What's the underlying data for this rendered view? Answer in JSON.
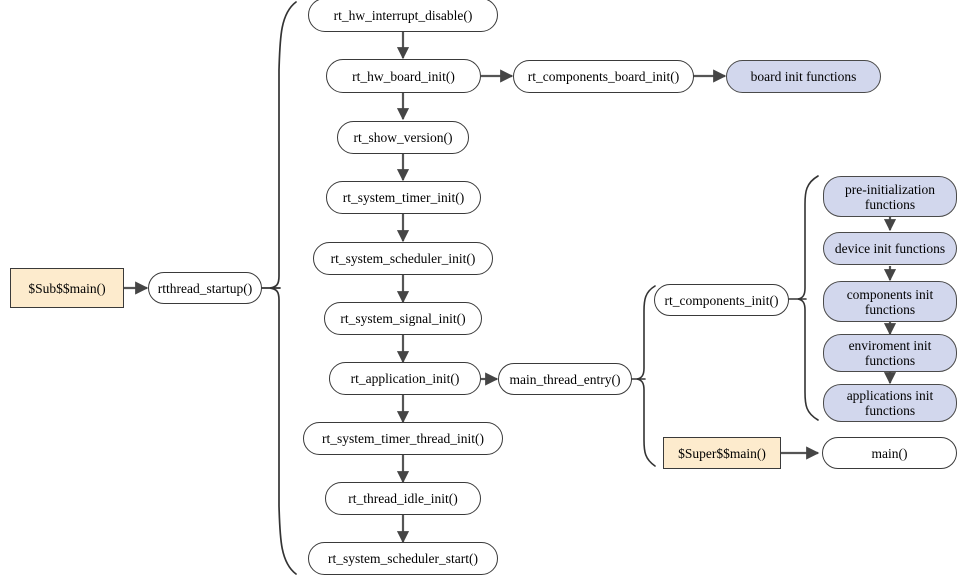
{
  "diagram": {
    "title": "RT-Thread startup sequence flowchart",
    "colors": {
      "node_fill_default": "#ffffff",
      "node_fill_blue": "#d2d7ed",
      "node_fill_yellow": "#fdebcd",
      "node_stroke": "#3a3a3a",
      "edge_stroke": "#555555",
      "brace_stroke": "#333333",
      "text": "#000000",
      "background": "#ffffff"
    },
    "nodes": {
      "sub_main": "$Sub$$main()",
      "rtthread_startup": "rtthread_startup()",
      "rt_hw_interrupt_disable": "rt_hw_interrupt_disable()",
      "rt_hw_board_init": "rt_hw_board_init()",
      "rt_show_version": "rt_show_version()",
      "rt_system_timer_init": "rt_system_timer_init()",
      "rt_system_scheduler_init": "rt_system_scheduler_init()",
      "rt_system_signal_init": "rt_system_signal_init()",
      "rt_application_init": "rt_application_init()",
      "rt_system_timer_thread_init": "rt_system_timer_thread_init()",
      "rt_thread_idle_init": "rt_thread_idle_init()",
      "rt_system_scheduler_start": "rt_system_scheduler_start()",
      "rt_components_board_init": "rt_components_board_init()",
      "board_init_functions": "board init functions",
      "main_thread_entry": "main_thread_entry()",
      "rt_components_init": "rt_components_init()",
      "pre_initialization_functions": "pre-initialization functions",
      "device_init_functions": "device init functions",
      "components_init_functions": "components init functions",
      "enviroment_init_functions": "enviroment init functions",
      "applications_init_functions": "applications init functions",
      "super_main": "$Super$$main()",
      "main": "main()"
    },
    "chart_data": {
      "type": "diagram",
      "flow": [
        {
          "from": "$Sub$$main()",
          "to": "rtthread_startup()"
        },
        {
          "from": "rtthread_startup()",
          "to": "rt_hw_interrupt_disable()",
          "style": "brace"
        },
        {
          "from": "rt_hw_interrupt_disable()",
          "to": "rt_hw_board_init()"
        },
        {
          "from": "rt_hw_board_init()",
          "to": "rt_show_version()"
        },
        {
          "from": "rt_hw_board_init()",
          "to": "rt_components_board_init()"
        },
        {
          "from": "rt_components_board_init()",
          "to": "board init functions"
        },
        {
          "from": "rt_show_version()",
          "to": "rt_system_timer_init()"
        },
        {
          "from": "rt_system_timer_init()",
          "to": "rt_system_scheduler_init()"
        },
        {
          "from": "rt_system_scheduler_init()",
          "to": "rt_system_signal_init()"
        },
        {
          "from": "rt_system_signal_init()",
          "to": "rt_application_init()"
        },
        {
          "from": "rt_application_init()",
          "to": "main_thread_entry()"
        },
        {
          "from": "rt_application_init()",
          "to": "rt_system_timer_thread_init()"
        },
        {
          "from": "main_thread_entry()",
          "to": "rt_components_init()",
          "style": "brace"
        },
        {
          "from": "main_thread_entry()",
          "to": "$Super$$main()",
          "style": "brace"
        },
        {
          "from": "rt_components_init()",
          "to": "pre-initialization functions",
          "style": "brace"
        },
        {
          "from": "pre-initialization functions",
          "to": "device init functions"
        },
        {
          "from": "device init functions",
          "to": "components init functions"
        },
        {
          "from": "components init functions",
          "to": "enviroment init functions"
        },
        {
          "from": "enviroment init functions",
          "to": "applications init functions"
        },
        {
          "from": "$Super$$main()",
          "to": "main()"
        },
        {
          "from": "rt_system_timer_thread_init()",
          "to": "rt_thread_idle_init()"
        },
        {
          "from": "rt_thread_idle_init()",
          "to": "rt_system_scheduler_start()"
        }
      ]
    }
  }
}
